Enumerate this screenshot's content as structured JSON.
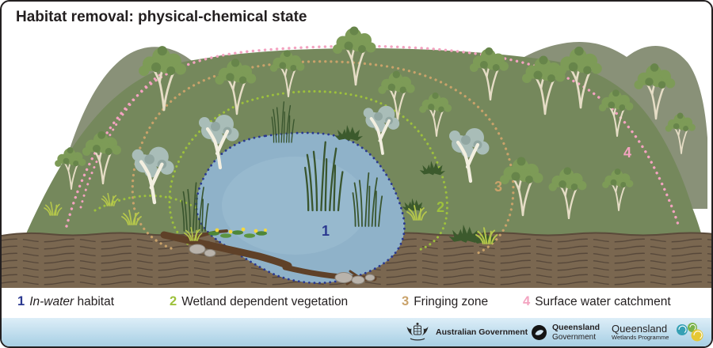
{
  "title": "Habitat removal: physical-chemical state",
  "legend": {
    "items": [
      {
        "num": "1",
        "italic": "In-water",
        "rest": " habitat",
        "color": "#2b3990"
      },
      {
        "num": "2",
        "italic": "",
        "rest": "Wetland dependent vegetation",
        "color": "#9dc13c"
      },
      {
        "num": "3",
        "italic": "",
        "rest": "Fringing zone",
        "color": "#c9a26a"
      },
      {
        "num": "4",
        "italic": "",
        "rest": "Surface water catchment",
        "color": "#f3a3c0"
      }
    ]
  },
  "diagram": {
    "zone_markers": [
      {
        "num": "1",
        "color": "#2b3990"
      },
      {
        "num": "2",
        "color": "#9dc13c"
      },
      {
        "num": "3",
        "color": "#c9a26a"
      },
      {
        "num": "4",
        "color": "#f3a3c0"
      }
    ],
    "palette": {
      "land": "#75885c",
      "hills": "#899178",
      "soil": "#7a6750",
      "water": "#8fb2c9"
    }
  },
  "footer": {
    "australian_government": "Australian Government",
    "qld_gov_line1": "Queensland",
    "qld_gov_line2": "Government",
    "qwp_line1": "Queensland",
    "qwp_line2": "Wetlands Programme"
  }
}
